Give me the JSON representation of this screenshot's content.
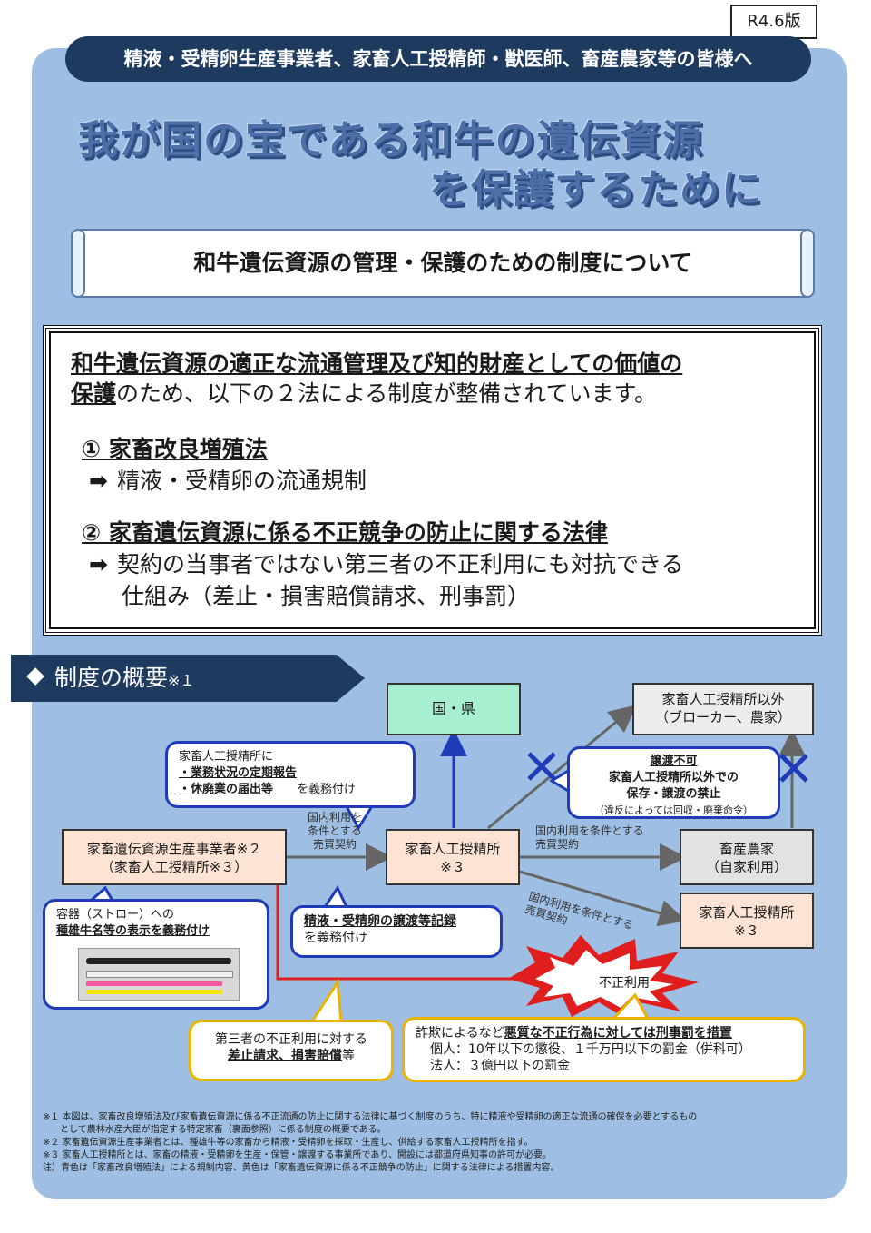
{
  "version": "R4.6版",
  "audience": "精液・受精卵生産事業者、家畜人工授精師・獣医師、畜産農家等の皆様へ",
  "title": {
    "line1": "我が国の宝である和牛の遺伝資源",
    "line2": "を保護するために"
  },
  "subtitle": "和牛遺伝資源の管理・保護のための制度について",
  "laws": {
    "intro_bold_1": "和牛遺伝資源の適正な流通管理及び知的財産としての価値の",
    "intro_bold_2": "保護",
    "intro_rest": "のため、以下の２法による制度が整備されています。",
    "law1_title": "① 家畜改良増殖法",
    "law1_desc": "精液・受精卵の流通規制",
    "law2_title": "② 家畜遺伝資源に係る不正競争の防止に関する法律",
    "law2_desc_1": "契約の当事者ではない第三者の不正利用にも対抗できる",
    "law2_desc_2": "仕組み（差止・損害賠償請求、刑事罰）"
  },
  "overview": {
    "heading": "制度の概要",
    "note": "※１"
  },
  "nodes": {
    "gov": "国・県",
    "broker_1": "家畜人工授精所以外",
    "broker_2": "（ブローカー、農家）",
    "producer_1": "家畜遺伝資源生産事業者※２",
    "producer_2": "（家畜人工授精所※３）",
    "center_1": "家畜人工授精所",
    "center_2": "※３",
    "farmer_1": "畜産農家",
    "farmer_2": "（自家利用）",
    "center2_1": "家畜人工授精所",
    "center2_2": "※３"
  },
  "connectors": {
    "c1_1": "国内利用を",
    "c1_2": "条件とする",
    "c1_3": "売買契約",
    "c2_1": "国内利用を条件とする",
    "c2_2": "売買契約",
    "c3_1": "国内利用を条件とする",
    "c3_2": "売買契約"
  },
  "bubbles": {
    "report_1": "家畜人工授精所に",
    "report_2": "・業務状況の定期報告",
    "report_3": "・休廃業の届出等",
    "report_4": "を義務付け",
    "transfer_1": "譲渡不可",
    "transfer_2": "家畜人工授精所以外での",
    "transfer_3": "保存・譲渡の禁止",
    "transfer_4": "（違反によっては回収・廃棄命令）",
    "straw_1": "容器（ストロー）への",
    "straw_2": "種雄牛名等の表示を義務付け",
    "record_1": "精液・受精卵の譲渡等記録",
    "record_2": "を義務付け",
    "abuse": "不正利用",
    "injunction_1": "第三者の不正利用に対する",
    "injunction_2": "差止請求、損害賠償",
    "injunction_3": "等",
    "penalty_1a": "詐欺によるなど",
    "penalty_1b": "悪質な不正行為に対しては刑事罰を措置",
    "penalty_2": "個人：10年以下の懲役、１千万円以下の罰金（併科可）",
    "penalty_3": "法人：３億円以下の罰金"
  },
  "footnotes": {
    "f1": "※１ 本図は、家畜改良増殖法及び家畜遺伝資源に係る不正流通の防止に関する法律に基づく制度のうち、特に精液や受精卵の適正な流通の確保を必要とするもの",
    "f1b": "として農林水産大臣が指定する特定家畜（裏面参照）に係る制度の概要である。",
    "f2": "※２ 家畜遺伝資源生産事業者とは、種雄牛等の家畜から精液・受精卵を採取・生産し、供給する家畜人工授精所を指す。",
    "f3": "※３ 家畜人工授精所とは、家畜の精液・受精卵を生産・保管・譲渡する事業所であり、開設には都道府県知事の許可が必要。",
    "f4": "注）青色は「家畜改良増殖法」による規制内容、黄色は「家畜遺伝資源に係る不正競争の防止」に関する法律による措置内容。"
  },
  "colors": {
    "panel": "#9ebfe3",
    "navy": "#1f3a5f",
    "blue_border": "#1f3bb8",
    "yellow_border": "#e8b400",
    "red_line": "#e01e1e"
  }
}
